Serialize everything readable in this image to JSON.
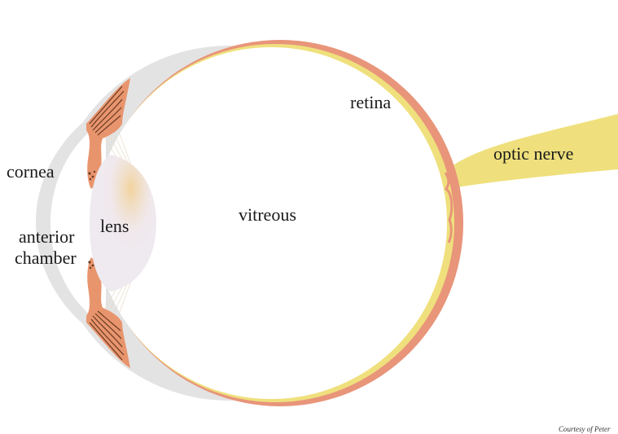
{
  "labels": {
    "retina": "retina",
    "optic_nerve": "optic nerve",
    "cornea": "cornea",
    "vitreous": "vitreous",
    "lens": "lens",
    "anterior_chamber_line1": "anterior",
    "anterior_chamber_line2": "chamber"
  },
  "credit": "Courtesy of Peter",
  "colors": {
    "sclera": "#e3e3e3",
    "choroid": "#e8957a",
    "retina": "#efe07d",
    "optic_nerve": "#efe07d",
    "ciliary_body": "#e8956e",
    "lens": "#eeeaf0",
    "lens_tint": "#f3d9a8",
    "muscle_lines": "#6b3a22"
  }
}
